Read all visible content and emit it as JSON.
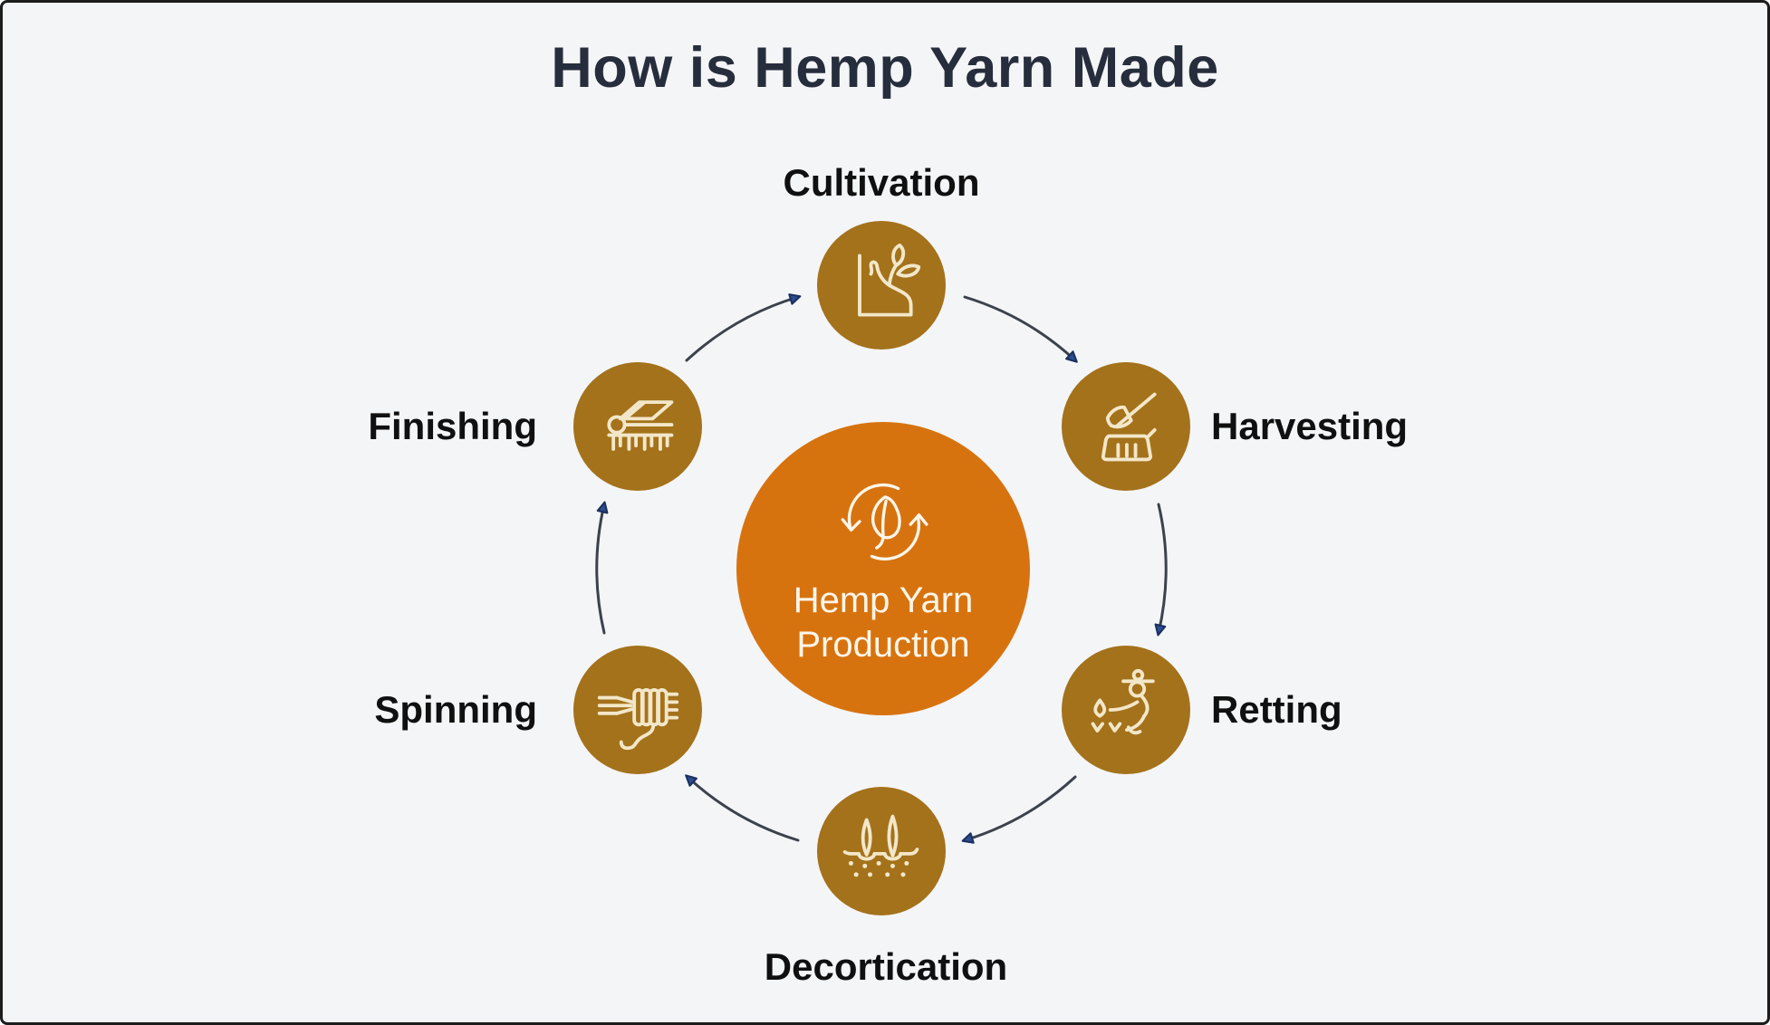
{
  "title": "How is Hemp Yarn Made",
  "center": {
    "label": "Hemp Yarn Production",
    "icon": "leaf-cycle-icon"
  },
  "stages": [
    {
      "label": "Cultivation",
      "icon": "cultivation-icon",
      "position": "top"
    },
    {
      "label": "Harvesting",
      "icon": "harvesting-icon",
      "position": "top-right"
    },
    {
      "label": "Retting",
      "icon": "retting-icon",
      "position": "bottom-right"
    },
    {
      "label": "Decortication",
      "icon": "decortication-icon",
      "position": "bottom"
    },
    {
      "label": "Spinning",
      "icon": "spinning-icon",
      "position": "bottom-left"
    },
    {
      "label": "Finishing",
      "icon": "finishing-icon",
      "position": "top-left"
    }
  ],
  "flow": {
    "direction": "clockwise",
    "sequence": [
      "Cultivation",
      "Harvesting",
      "Retting",
      "Decortication",
      "Spinning",
      "Finishing"
    ]
  },
  "theme": {
    "colors": {
      "bg": "#f4f5f7",
      "frame": "#1c1c1c",
      "title-color": "#262d3c",
      "label-color": "#101010",
      "accent": "#d7730f",
      "node-fill": "#a3721b",
      "icon-stroke": "#f3e7c9",
      "center-text": "#fcf6ea",
      "arrow-line": "#3c424c",
      "arrow-head": "#2b4c8f",
      "arrow-head-edge": "#1b2f5e"
    }
  }
}
